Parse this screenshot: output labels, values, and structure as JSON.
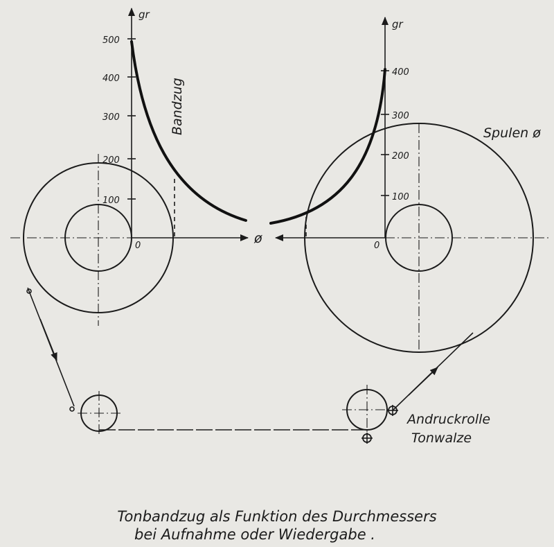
{
  "left_axis": {
    "unit": "gr",
    "ticks": [
      "500",
      "400",
      "300",
      "200",
      "100",
      "0"
    ]
  },
  "right_axis": {
    "unit": "gr",
    "ticks": [
      "400",
      "300",
      "200",
      "100",
      "0"
    ]
  },
  "labels": {
    "bandzug": "Bandzug",
    "spulen": "Spulen ø",
    "diameter_symbol": "ø",
    "andruckrolle": "Andruckrolle",
    "tonwalze": "Tonwalze"
  },
  "caption": {
    "line1": "Tonbandzug als Funktion des Durchmessers",
    "line2": "bei Aufnahme oder Wiedergabe ."
  }
}
